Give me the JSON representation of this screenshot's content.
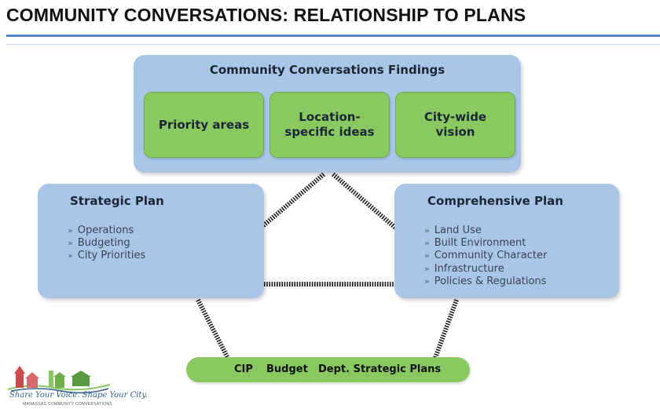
{
  "title": "COMMUNITY CONVERSATIONS: RELATIONSHIP TO PLANS",
  "findings": {
    "title": "Community Conversations Findings",
    "items": [
      "Priority areas",
      "Location-\nspecific ideas",
      "City-wide\nvision"
    ]
  },
  "strategic_plan": {
    "title": "Strategic Plan",
    "items": [
      "Operations",
      "Budgeting",
      "City Priorities"
    ]
  },
  "comprehensive_plan": {
    "title": "Comprehensive Plan",
    "items": [
      "Land Use",
      "Built Environment",
      "Community Character",
      "Infrastructure",
      "Policies & Regulations"
    ]
  },
  "bottom_bar": {
    "items": [
      "CIP",
      "Budget",
      "Dept. Strategic Plans"
    ]
  },
  "logo": {
    "tagline": "Share Your Voice. Shape Your City.",
    "subline": "MANASSAS COMMUNITY CONVERSATIONS"
  },
  "colors": {
    "blue_box": "#a9c6e8",
    "green_box": "#8ac962",
    "rule": "#4f86c6"
  }
}
